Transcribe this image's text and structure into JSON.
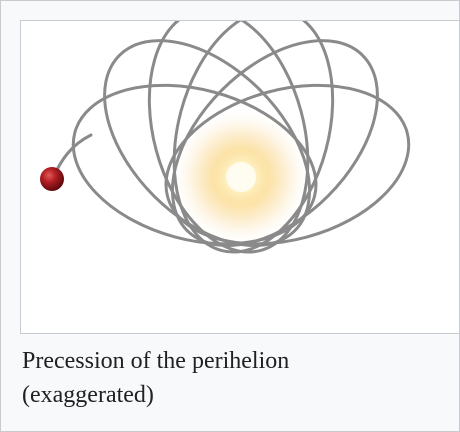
{
  "figure": {
    "caption_line1": "Precession of the perihelion",
    "caption_line2": "(exaggerated)",
    "orbit_count": 6,
    "colors": {
      "orbit": "#8a8a8a",
      "sun_core": "#fffdf2",
      "sun_glow": "#f7c04a",
      "planet": "#a3161c",
      "frame_border": "#c8ccd1",
      "thumb_background": "#f8f9fa",
      "caption_text": "#202122"
    },
    "icons": {
      "sun": "sun-icon",
      "planet": "planet-icon"
    }
  }
}
